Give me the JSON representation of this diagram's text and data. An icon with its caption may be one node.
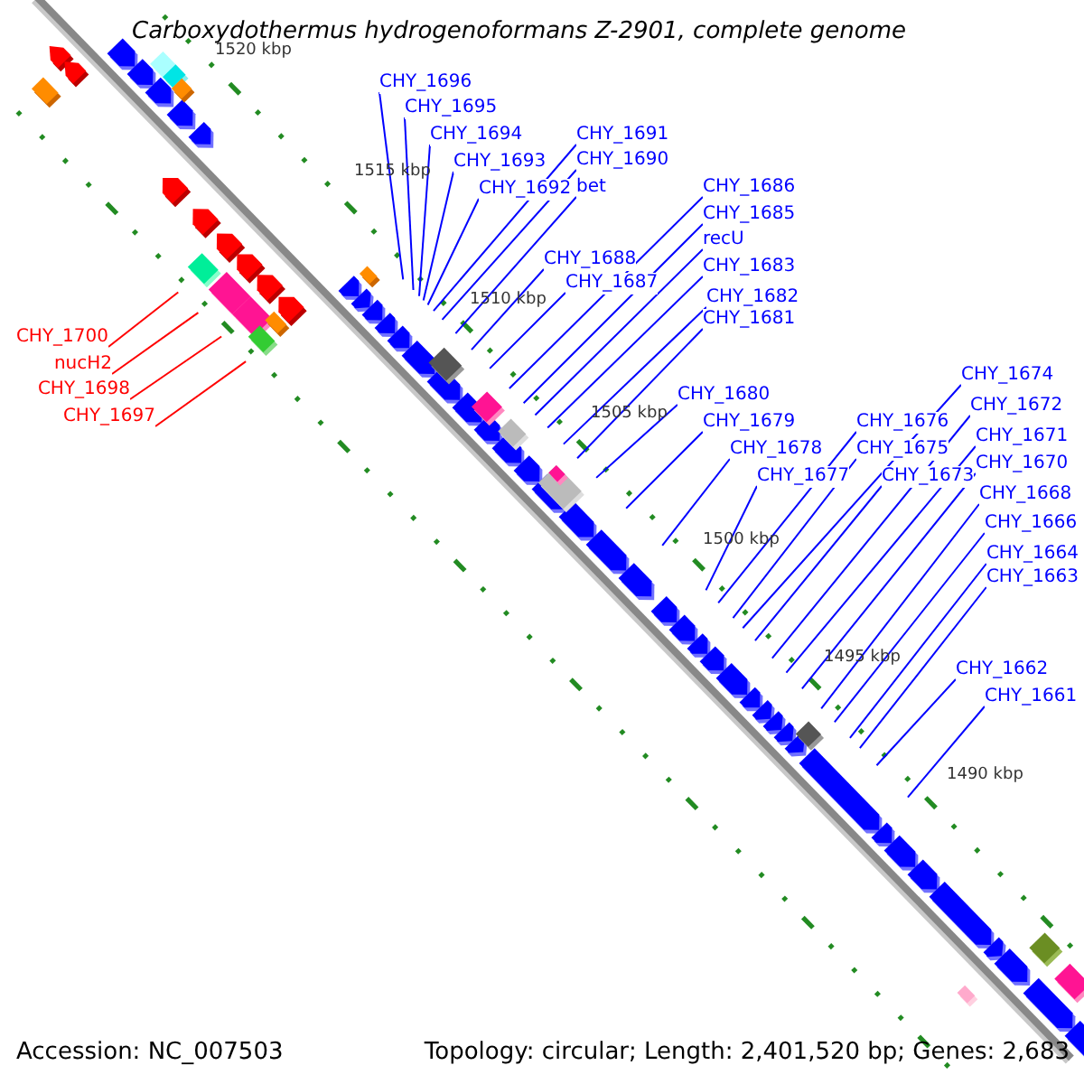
{
  "diagram": {
    "title": "Carboxydothermus hydrogenoformans Z-2901, complete genome",
    "nodes": [
      {
        "text": [
          "CHY_1696"
        ]
      },
      {
        "text": [
          "CHY_1695"
        ]
      },
      {
        "text": [
          "CHY_1694"
        ]
      },
      {
        "text": [
          "CHY_1693"
        ]
      },
      {
        "text": [
          "CHY_1692"
        ]
      },
      {
        "text": [
          "CHY_1691"
        ]
      },
      {
        "text": [
          "CHY_1690"
        ]
      },
      {
        "text": [
          "bet"
        ]
      },
      {
        "text": [
          "CHY_1688"
        ]
      },
      {
        "text": [
          "CHY_1687"
        ]
      },
      {
        "text": [
          "CHY_1686"
        ]
      },
      {
        "text": [
          "CHY_1685"
        ]
      },
      {
        "text": [
          "recU"
        ]
      },
      {
        "text": [
          "CHY_1683"
        ]
      },
      {
        "text": [
          "CHY_1682"
        ]
      },
      {
        "text": [
          "CHY_1681"
        ]
      },
      {
        "text": [
          "CHY_1680"
        ]
      },
      {
        "text": [
          "CHY_1679"
        ]
      },
      {
        "text": [
          "CHY_1678"
        ]
      },
      {
        "text": [
          "CHY_1677"
        ]
      },
      {
        "text": [
          "CHY_1676"
        ]
      },
      {
        "text": [
          "CHY_1675"
        ]
      },
      {
        "text": [
          "CHY_1674"
        ]
      },
      {
        "text": [
          "CHY_1673"
        ]
      },
      {
        "text": [
          "CHY_1672"
        ]
      },
      {
        "text": [
          "CHY_1671"
        ]
      },
      {
        "text": [
          "CHY_1670"
        ]
      },
      {
        "text": [
          "CHY_1668"
        ]
      },
      {
        "text": [
          "CHY_1666"
        ]
      },
      {
        "text": [
          "CHY_1664"
        ]
      },
      {
        "text": [
          "CHY_1663"
        ]
      },
      {
        "text": [
          "CHY_1662"
        ]
      },
      {
        "text": [
          "CHY_1661"
        ]
      },
      {
        "text": [
          "CHY_1700"
        ]
      },
      {
        "text": [
          "nucH2"
        ]
      },
      {
        "text": [
          "CHY_1698"
        ]
      },
      {
        "text": [
          "CHY_1697"
        ]
      }
    ],
    "edges": [
      {
        "from": 0,
        "to": null,
        "arrow": "none"
      },
      {
        "from": 1,
        "to": null,
        "arrow": "none"
      },
      {
        "from": 2,
        "to": null,
        "arrow": "none"
      },
      {
        "from": 3,
        "to": null,
        "arrow": "none"
      },
      {
        "from": 4,
        "to": null,
        "arrow": "none"
      },
      {
        "from": 5,
        "to": null,
        "arrow": "none"
      },
      {
        "from": 6,
        "to": null,
        "arrow": "none"
      },
      {
        "from": 7,
        "to": null,
        "arrow": "none"
      },
      {
        "from": 8,
        "to": null,
        "arrow": "none"
      },
      {
        "from": 9,
        "to": null,
        "arrow": "none"
      },
      {
        "from": 10,
        "to": null,
        "arrow": "none"
      },
      {
        "from": 11,
        "to": null,
        "arrow": "none"
      },
      {
        "from": 12,
        "to": null,
        "arrow": "none"
      },
      {
        "from": 13,
        "to": null,
        "arrow": "none"
      },
      {
        "from": 14,
        "to": null,
        "arrow": "none"
      },
      {
        "from": 15,
        "to": null,
        "arrow": "none"
      },
      {
        "from": 16,
        "to": null,
        "arrow": "none"
      },
      {
        "from": 17,
        "to": null,
        "arrow": "none"
      },
      {
        "from": 18,
        "to": null,
        "arrow": "none"
      },
      {
        "from": 19,
        "to": null,
        "arrow": "none"
      },
      {
        "from": 20,
        "to": null,
        "arrow": "none"
      },
      {
        "from": 21,
        "to": null,
        "arrow": "none"
      },
      {
        "from": 22,
        "to": null,
        "arrow": "none"
      },
      {
        "from": 23,
        "to": null,
        "arrow": "none"
      },
      {
        "from": 24,
        "to": null,
        "arrow": "none"
      },
      {
        "from": 25,
        "to": null,
        "arrow": "none"
      },
      {
        "from": 26,
        "to": null,
        "arrow": "none"
      },
      {
        "from": 27,
        "to": null,
        "arrow": "none"
      },
      {
        "from": 28,
        "to": null,
        "arrow": "none"
      },
      {
        "from": 29,
        "to": null,
        "arrow": "none"
      },
      {
        "from": 30,
        "to": null,
        "arrow": "none"
      },
      {
        "from": 31,
        "to": null,
        "arrow": "none"
      },
      {
        "from": 32,
        "to": null,
        "arrow": "none"
      },
      {
        "from": 33,
        "to": null,
        "arrow": "none",
        "color": "#ff0000"
      },
      {
        "from": 34,
        "to": null,
        "arrow": "none",
        "color": "#ff0000"
      },
      {
        "from": 35,
        "to": null,
        "arrow": "none",
        "color": "#ff0000"
      },
      {
        "from": 36,
        "to": null,
        "arrow": "none",
        "color": "#ff0000"
      }
    ],
    "labels": [
      "1520 kbp",
      "1515 kbp",
      "1510 kbp",
      "1505 kbp",
      "1500 kbp",
      "1495 kbp",
      "1490 kbp",
      "Accession: NC_007503",
      "Topology: circular; Length: 2,401,520 bp; Genes: 2,683"
    ]
  }
}
